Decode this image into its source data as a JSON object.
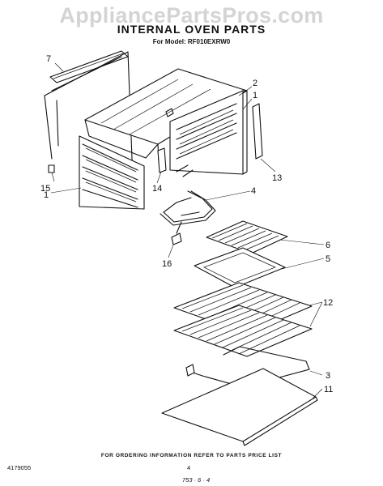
{
  "watermark": "AppliancePartsPros.com",
  "header": {
    "title": "INTERNAL OVEN PARTS",
    "model_line": "For Model: RF010EXRW0"
  },
  "callouts": [
    "7",
    "2",
    "1",
    "15",
    "1",
    "14",
    "13",
    "4",
    "6",
    "16",
    "5",
    "12",
    "3",
    "11"
  ],
  "footer": {
    "ordering_note": "FOR ORDERING INFORMATION REFER TO PARTS PRICE LIST",
    "doc_number": "4179055",
    "page_number": "4",
    "date_code": "753 · 6 · 4"
  }
}
